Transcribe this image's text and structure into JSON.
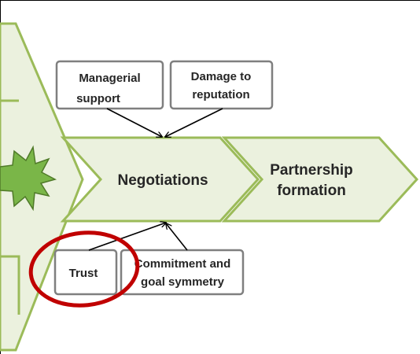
{
  "colors": {
    "arrow_fill": "#ebf1de",
    "arrow_stroke": "#9bbb59",
    "burst_fill": "#7ab648",
    "burst_stroke": "#4f7a28",
    "box_stroke": "#7f7f7f",
    "highlight_ring": "#c00000",
    "frame": "#000000"
  },
  "boxes": {
    "managerial_line1": "Managerial",
    "managerial_line2": "support",
    "damage_line1": "Damage to",
    "damage_line2": "reputation",
    "trust": "Trust",
    "commitment_line1": "Commitment and",
    "commitment_line2": "goal symmetry"
  },
  "stages": {
    "negotiations": "Negotiations",
    "partnership_line1": "Partnership",
    "partnership_line2": "formation"
  }
}
